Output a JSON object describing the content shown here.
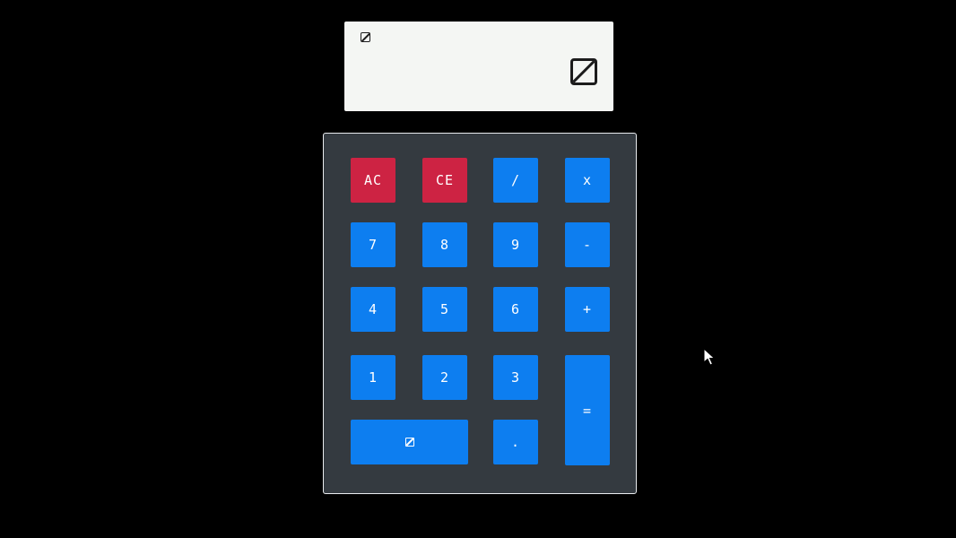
{
  "display": {
    "expression_icon": "broken-image-icon",
    "result_icon": "broken-image-icon"
  },
  "keys": {
    "ac": "AC",
    "ce": "CE",
    "divide": "/",
    "multiply": "x",
    "seven": "7",
    "eight": "8",
    "nine": "9",
    "minus": "-",
    "four": "4",
    "five": "5",
    "six": "6",
    "plus": "+",
    "one": "1",
    "two": "2",
    "three": "3",
    "equals": "=",
    "zero_icon": "broken-image-icon",
    "decimal": "."
  },
  "colors": {
    "background": "#000000",
    "display_bg": "#f4f6f3",
    "keypad_bg": "#343a40",
    "key_blue": "#0d7ef0",
    "key_red": "#cd2343",
    "key_text": "#ffffff"
  }
}
